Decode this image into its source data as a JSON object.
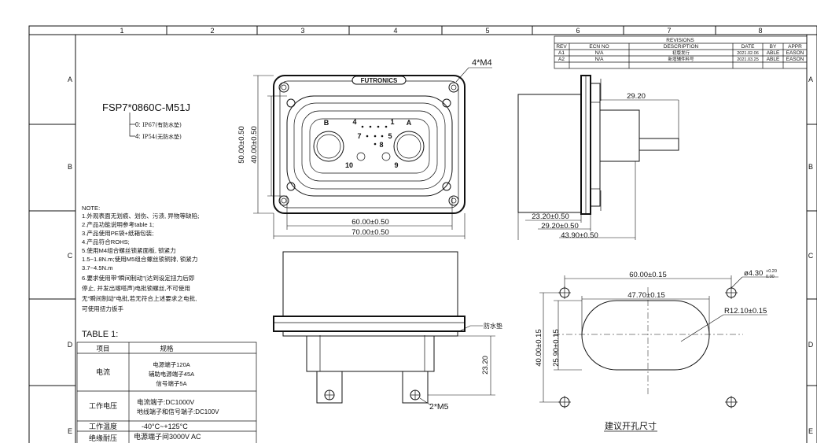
{
  "grid": {
    "columns": [
      "1",
      "2",
      "3",
      "4",
      "5",
      "6",
      "7",
      "8"
    ],
    "rows": [
      "A",
      "B",
      "C",
      "D",
      "E"
    ]
  },
  "part_number": "FSP7*0860C-M51J",
  "options": [
    {
      "code": "0:",
      "desc": "IP67(有防水垫)"
    },
    {
      "code": "4:",
      "desc": "IP54(无防水垫)"
    }
  ],
  "revisions": {
    "title": "REVISIONS",
    "headers": [
      "REV",
      "ECN NO",
      "DESCRIPTION",
      "DATE",
      "BY",
      "APPR"
    ],
    "rows": [
      [
        "A1",
        "N/A",
        "初版发行",
        "2021.02.06",
        "ABLE",
        "EASON"
      ],
      [
        "A2",
        "N/A",
        "新增辅件料号",
        "2021.03.25",
        "ABLE",
        "EASON"
      ]
    ]
  },
  "notes": {
    "title": "NOTE:",
    "lines": [
      "1.外观表面无划痕、划伤、污渍, 异物等缺陷;",
      "2.产品功能说明参考table 1;",
      "3.产品使用PE袋+纸箱包装;",
      "4.产品符合ROHS;",
      "5.使用M4组合螺丝锁紧面板, 锁紧力",
      "1.5~1.8N.m;使用M5组合螺丝锁铜排, 锁紧力",
      "3.7~4.5N.m",
      "6.要求使用带\"瞬间制动\"(达到设定扭力后即",
      "停止, 并发出喀嗒声)电批锁螺丝,不可使用",
      "无\"瞬间制动\"电批,若无符合上述要求之电批,",
      "可使用扭力扳手"
    ]
  },
  "table1": {
    "title": "TABLE 1:",
    "headers": [
      "项目",
      "规格"
    ],
    "rows": [
      {
        "item": "电流",
        "spec": [
          "电源端子120A",
          "辅助电源端子45A",
          "信号端子5A"
        ]
      },
      {
        "item": "工作电压",
        "spec": [
          "电流端子:DC1000V",
          "地线端子和信号端子:DC100V"
        ]
      },
      {
        "item": "工作温度",
        "spec": [
          "-40°C~+125°C"
        ]
      },
      {
        "item": "绝缘耐压",
        "spec": [
          "电源端子间3000V AC"
        ]
      }
    ]
  },
  "front_view": {
    "logo": "FUTRONICS",
    "screw_label": "4*M4",
    "contact_labels": [
      "B",
      "A",
      "4",
      "1",
      "7",
      "5",
      "8",
      "10",
      "9"
    ],
    "dims": {
      "inner_height": "40.00±0.50",
      "outer_height": "50.00±0.50",
      "inner_width": "60.00±0.50",
      "outer_width": "70.00±0.50"
    }
  },
  "side_view": {
    "dims": {
      "pin_length": "29.20",
      "d1": "23.20±0.50",
      "d2": "29.20±0.50",
      "d3": "43.90±0.50"
    }
  },
  "bottom_view": {
    "gasket_label": "防水垫",
    "screw_label": "2*M5",
    "dims": {
      "height": "23.20"
    }
  },
  "cutout": {
    "caption": "建议开孔尺寸",
    "dims": {
      "width": "60.00±0.15",
      "hole": "ø4.30",
      "hole_tol_plus": "+0.20",
      "hole_tol_minus": "0.00",
      "slot_width": "47.70±0.15",
      "radius": "R12.10±0.15",
      "height": "40.00±0.15",
      "slot_height": "25.90±0.15"
    }
  }
}
